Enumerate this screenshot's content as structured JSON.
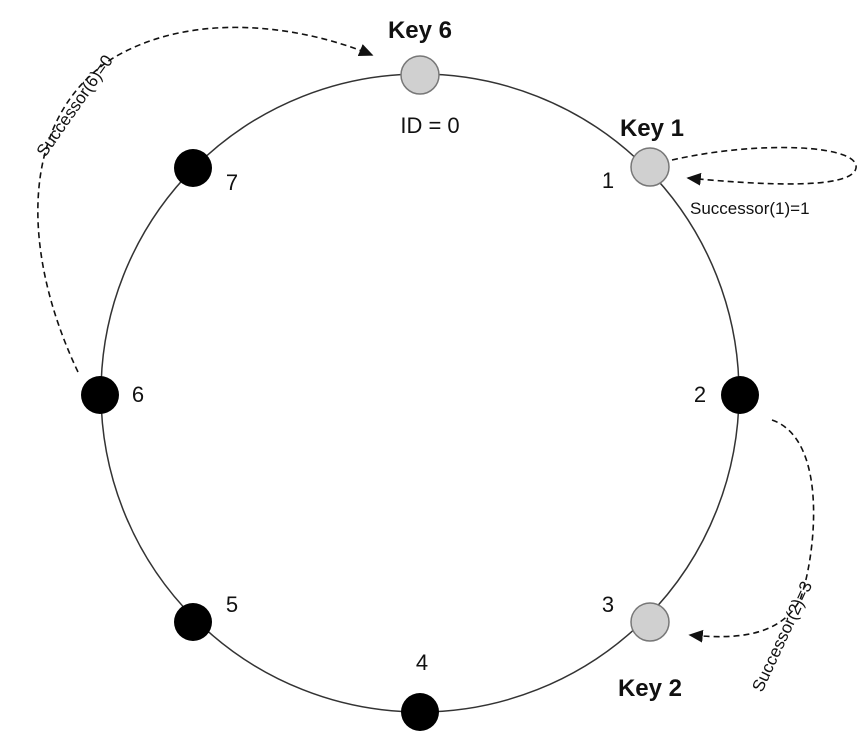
{
  "title": "Chord ring with identifier space 0-7",
  "nodes": [
    {
      "id": "0",
      "label": "ID = 0",
      "type": "gray"
    },
    {
      "id": "1",
      "label": "1",
      "type": "gray"
    },
    {
      "id": "2",
      "label": "2",
      "type": "black"
    },
    {
      "id": "3",
      "label": "3",
      "type": "gray"
    },
    {
      "id": "4",
      "label": "4",
      "type": "black"
    },
    {
      "id": "5",
      "label": "5",
      "type": "black"
    },
    {
      "id": "6",
      "label": "6",
      "type": "black"
    },
    {
      "id": "7",
      "label": "7",
      "type": "black"
    }
  ],
  "keys": {
    "key6": "Key 6",
    "key1": "Key 1",
    "key2": "Key 2"
  },
  "successors": {
    "s6": "Successor(6)=0",
    "s1": "Successor(1)=1",
    "s2": "Successor(2)=3"
  },
  "colors": {
    "gray_node": "#d0d0d0",
    "black_node": "#000000",
    "ring": "#333333"
  }
}
